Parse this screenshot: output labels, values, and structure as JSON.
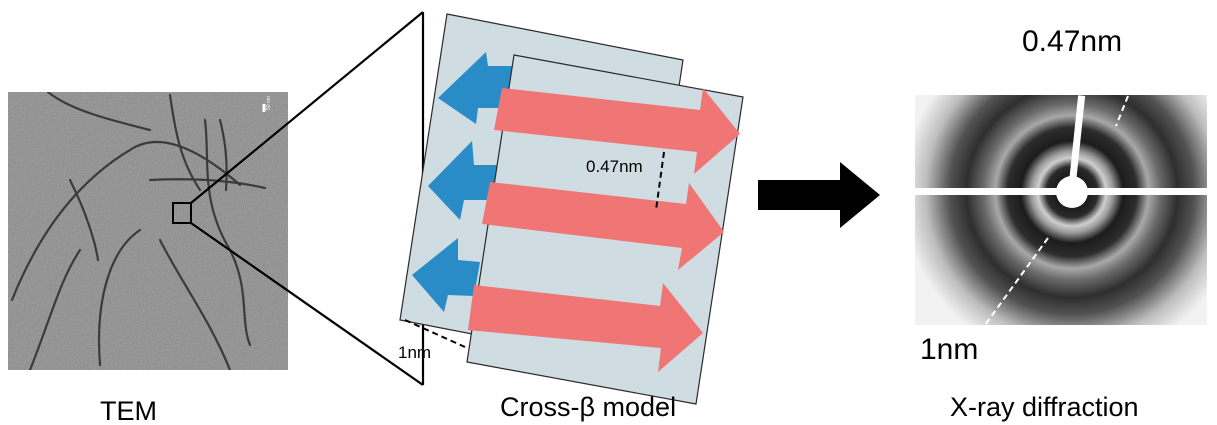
{
  "panels": {
    "tem": {
      "caption": "TEM",
      "scale_bar_label": "50 nm"
    },
    "model": {
      "caption": "Cross-β model",
      "spacing_label": "0.47nm",
      "sheet_label": "1nm"
    },
    "xray": {
      "caption": "X-ray diffraction",
      "spacing_label": "0.47nm",
      "sheet_label": "1nm"
    }
  },
  "colors": {
    "sheet_fill": "#cfdce2",
    "arrow_red": "#f07575",
    "arrow_blue": "#2a8cc6",
    "tem_background": "#8b8b8b",
    "diffraction_background": "#f2f2f2"
  },
  "icons": [
    "right-arrow-icon"
  ]
}
